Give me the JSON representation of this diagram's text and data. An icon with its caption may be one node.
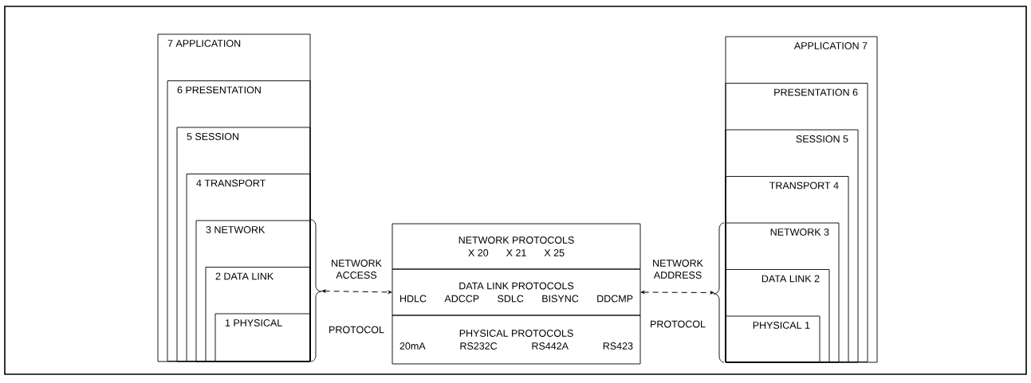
{
  "diagram": {
    "nodes": [
      {
        "text": [
          "7 APPLICATION"
        ]
      },
      {
        "text": [
          "6 PRESENTATION"
        ],
        "in": 0
      },
      {
        "text": [
          "5 SESSION"
        ],
        "in": 1
      },
      {
        "text": [
          "4 TRANSPORT"
        ],
        "in": 2
      },
      {
        "text": [
          "3 NETWORK"
        ],
        "in": 3
      },
      {
        "text": [
          "2 DATA LINK"
        ],
        "in": 4
      },
      {
        "text": [
          "1 PHYSICAL"
        ],
        "in": 5
      },
      {
        "text": [
          "NETWORK PROTOCOLS",
          "X 20",
          "X 21",
          "X 25"
        ]
      },
      {
        "text": [
          "DATA LINK PROTOCOLS",
          "HDLC",
          "ADCCP",
          "SDLC",
          "BISYNC",
          "DDCMP"
        ]
      },
      {
        "text": [
          "PHYSICAL PROTOCOLS",
          "20mA",
          "RS232C",
          "RS442A",
          "RS423"
        ]
      },
      {
        "text": [
          "APPLICATION 7"
        ]
      },
      {
        "text": [
          "PRESENTATION 6"
        ],
        "in": 10
      },
      {
        "text": [
          "SESSION 5"
        ],
        "in": 11
      },
      {
        "text": [
          "TRANSPORT 4"
        ],
        "in": 12
      },
      {
        "text": [
          "NETWORK 3"
        ],
        "in": 13
      },
      {
        "text": [
          "DATA LINK 2"
        ],
        "in": 14
      },
      {
        "text": [
          "PHYSICAL 1"
        ],
        "in": 15
      }
    ],
    "edges": [
      {
        "from": 4,
        "to": 8,
        "arrow": "both",
        "style": "dashed"
      },
      {
        "from": 8,
        "to": 14,
        "arrow": "both",
        "style": "dashed"
      }
    ],
    "labels": [
      "NETWORK ACCESS",
      "PROTOCOL",
      "NETWORK ADDRESS",
      "PROTOCOL"
    ]
  }
}
